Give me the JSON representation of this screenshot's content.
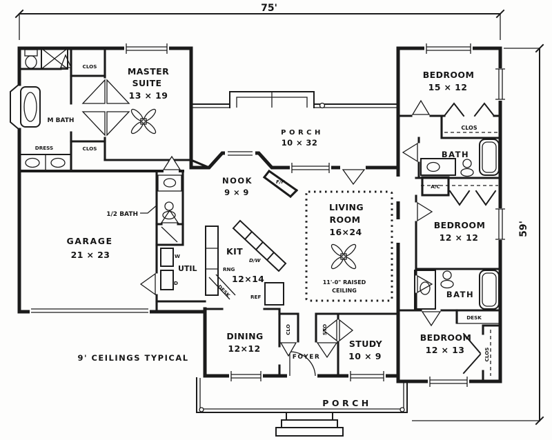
{
  "plan": {
    "dimensions": {
      "width": "75'",
      "height": "59'"
    },
    "notes": {
      "ceilings": "9' CEILINGS TYPICAL",
      "raised1": "11'-0\" RAISED",
      "raised2": "CEILING"
    },
    "rooms": {
      "master_suite": {
        "l1": "MASTER",
        "l2": "SUITE",
        "size": "13 × 19"
      },
      "bedroom_top": {
        "name": "BEDROOM",
        "size": "15 × 12"
      },
      "porch_top": {
        "name": "PORCH",
        "size": "10 × 32"
      },
      "nook": {
        "name": "NOOK",
        "size": "9 × 9"
      },
      "living": {
        "l1": "LIVING",
        "l2": "ROOM",
        "size": "16×24"
      },
      "garage": {
        "name": "GARAGE",
        "size": "21 × 23"
      },
      "kitchen": {
        "name": "KIT",
        "size": "12×14"
      },
      "utility": {
        "name": "UTIL"
      },
      "dining": {
        "name": "DINING",
        "size": "12×12"
      },
      "study": {
        "name": "STUDY",
        "size": "10 × 9"
      },
      "foyer": {
        "name": "FOYER"
      },
      "bedroom_mid": {
        "name": "BEDROOM",
        "size": "12 × 12"
      },
      "bedroom_bottom": {
        "name": "BEDROOM",
        "size": "12 × 13"
      },
      "bath_top": {
        "name": "BATH"
      },
      "bath_bottom": {
        "name": "BATH"
      },
      "master_bath": {
        "name": "M BATH"
      },
      "half_bath": {
        "name": "1/2 BATH"
      },
      "dress": {
        "name": "DRESS"
      },
      "porch_bottom": {
        "name": "PORCH"
      }
    },
    "labels": {
      "clos": "CLOS",
      "clo": "CLO",
      "sto": "STO",
      "ac": "A/C",
      "desk": "DESK",
      "washer": "W",
      "dryer": "D",
      "range": "RNG",
      "dishwasher": "D/W",
      "refrigerator": "REF",
      "fireplace": "F/P"
    }
  }
}
